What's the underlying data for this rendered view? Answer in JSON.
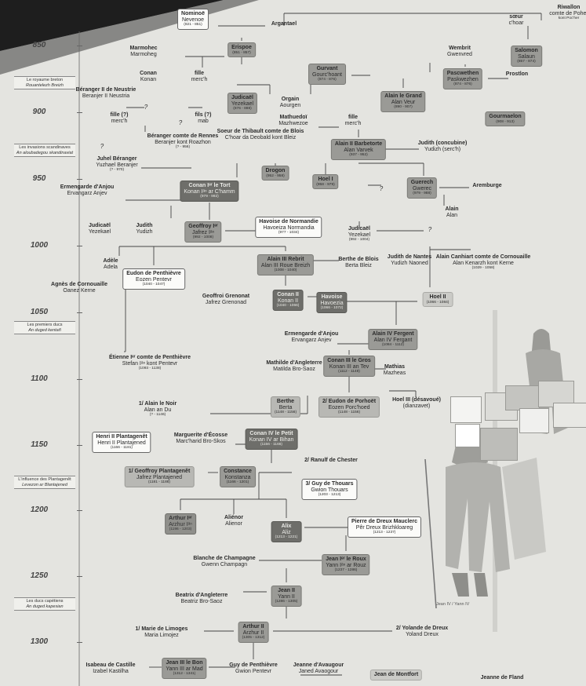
{
  "timeline": {
    "years": [
      "850",
      "900",
      "950",
      "1000",
      "1050",
      "1100",
      "1150",
      "1200",
      "1250",
      "1300"
    ],
    "eras": [
      {
        "fr": "Le royaume breton",
        "br": "Rouantelezh Breizh"
      },
      {
        "fr": "Les invasions scandinaves",
        "br": "An aloubadegou skandinaviat"
      },
      {
        "fr": "Les premiers ducs",
        "br": "An duged kentañ"
      },
      {
        "fr": "L'influence des Plantagenêt",
        "br": "Levezon ar Blantajened"
      },
      {
        "fr": "Les ducs capétiens",
        "br": "An duged kapesian"
      }
    ]
  },
  "people": [
    {
      "id": "nominoe",
      "name": "Nominoë",
      "alt": "Nevenoe",
      "dates": "(821 - 851)",
      "style": "boxed"
    },
    {
      "id": "argantael",
      "name": "Argantael",
      "alt": "",
      "dates": "",
      "style": "plain"
    },
    {
      "id": "riwallon",
      "name": "Riwallon",
      "alt": "comte de Poher",
      "dates": "kont Poc'her",
      "style": "plain"
    },
    {
      "id": "soeur",
      "name": "sœur",
      "alt": "c'hoar",
      "dates": "",
      "style": "plain"
    },
    {
      "id": "erispoe",
      "name": "Erispoe",
      "alt": "",
      "dates": "(851 - 857)",
      "style": "duke"
    },
    {
      "id": "salomon",
      "name": "Salomon",
      "alt": "Salaun",
      "dates": "(857 - 874)",
      "style": "duke"
    },
    {
      "id": "marmohec",
      "name": "Marmohec",
      "alt": "Marmoheg",
      "dates": "",
      "style": "plain"
    },
    {
      "id": "wembrit",
      "name": "Wembrit",
      "alt": "Gwenvred",
      "dates": "",
      "style": "plain"
    },
    {
      "id": "conan",
      "name": "Conan",
      "alt": "Konan",
      "dates": "",
      "style": "plain"
    },
    {
      "id": "fille1",
      "name": "fille",
      "alt": "merc'h",
      "dates": "",
      "style": "plain"
    },
    {
      "id": "gurvant",
      "name": "Gurvant",
      "alt": "Gourc'hoant",
      "dates": "(874 - 876)",
      "style": "duke"
    },
    {
      "id": "pascwethen",
      "name": "Pascwethen",
      "alt": "Paskwezhen",
      "dates": "(874 - 876)",
      "style": "duke"
    },
    {
      "id": "prostlon",
      "name": "Prostlon",
      "alt": "",
      "dates": "",
      "style": "plain"
    },
    {
      "id": "berenger2",
      "name": "Béranger II de Neustrie",
      "alt": "Beranjer II Neustria",
      "dates": "",
      "style": "plain"
    },
    {
      "id": "judicael1",
      "name": "Judicaël",
      "alt": "Yezekael",
      "dates": "(876 - 888)",
      "style": "duke"
    },
    {
      "id": "orgain",
      "name": "Orgain",
      "alt": "Aourgen",
      "dates": "",
      "style": "plain"
    },
    {
      "id": "alain1",
      "name": "Alain le Grand",
      "alt": "Alan Veur",
      "dates": "(890 - 907)",
      "style": "duke"
    },
    {
      "id": "gourmaelon",
      "name": "Gourmaelon",
      "alt": "",
      "dates": "(908 - 913)",
      "style": "duke"
    },
    {
      "id": "fille2",
      "name": "fille (?)",
      "alt": "merc'h",
      "dates": "",
      "style": "plain"
    },
    {
      "id": "fils",
      "name": "fils (?)",
      "alt": "mab",
      "dates": "",
      "style": "plain"
    },
    {
      "id": "mathuedoi",
      "name": "Mathuedoï",
      "alt": "Mazhwezoe",
      "dates": "",
      "style": "plain"
    },
    {
      "id": "fille3",
      "name": "fille",
      "alt": "merc'h",
      "dates": "",
      "style": "plain"
    },
    {
      "id": "berenger_r",
      "name": "Béranger comte de Rennes",
      "alt": "Beranjer kont Roazhon",
      "dates": "(? - 956)",
      "style": "plain"
    },
    {
      "id": "soeur_thib",
      "name": "Soeur de Thibault comte de Blois",
      "alt": "C'hoar da Deobald kont Bleiz",
      "dates": "",
      "style": "plain"
    },
    {
      "id": "alain2",
      "name": "Alain II Barbetorte",
      "alt": "Alan Varvek",
      "dates": "(937 - 952)",
      "style": "duke"
    },
    {
      "id": "judith1",
      "name": "Judith (concubine)",
      "alt": "Yudizh (serc'h)",
      "dates": "",
      "style": "plain"
    },
    {
      "id": "juhel",
      "name": "Juhel Béranger",
      "alt": "Yuzhael Beranjer",
      "dates": "(? - 970)",
      "style": "plain"
    },
    {
      "id": "drogon",
      "name": "Drogon",
      "alt": "",
      "dates": "(952 - 958)",
      "style": "duke"
    },
    {
      "id": "hoel1",
      "name": "Hoel I",
      "alt": "",
      "dates": "(958 - 979)",
      "style": "duke"
    },
    {
      "id": "guerech",
      "name": "Guerech",
      "alt": "Gwerec",
      "dates": "(979 - 988)",
      "style": "duke"
    },
    {
      "id": "aremburge",
      "name": "Aremburge",
      "alt": "",
      "dates": "",
      "style": "plain"
    },
    {
      "id": "ermengarde1",
      "name": "Ermengarde d'Anjou",
      "alt": "Ervangarz Anjev",
      "dates": "",
      "style": "plain"
    },
    {
      "id": "conan1",
      "name": "Conan Iᵉʳ le Tort",
      "alt": "Konan Iᵃⁿ ar C'hamm",
      "dates": "(979 - 992)",
      "style": "dark"
    },
    {
      "id": "alain_g",
      "name": "Alain",
      "alt": "Alan",
      "dates": "",
      "style": "plain"
    },
    {
      "id": "judicael2",
      "name": "Judicaël",
      "alt": "Yezekael",
      "dates": "",
      "style": "plain"
    },
    {
      "id": "judith2",
      "name": "Judith",
      "alt": "Yudizh",
      "dates": "",
      "style": "plain"
    },
    {
      "id": "geoffroy1",
      "name": "Geoffroy Iᵉʳ",
      "alt": "Jafrez Iᵃⁿ",
      "dates": "(992 - 1008)",
      "style": "duke"
    },
    {
      "id": "havoise_n",
      "name": "Havoise de Normandie",
      "alt": "Havoeiza Normandia",
      "dates": "(977 - 1034)",
      "style": "boxed"
    },
    {
      "id": "judicael3",
      "name": "Judicaël",
      "alt": "Yezekael",
      "dates": "(992 - 1004)",
      "style": "plain"
    },
    {
      "id": "adele",
      "name": "Adèle",
      "alt": "Adela",
      "dates": "",
      "style": "plain"
    },
    {
      "id": "eudon",
      "name": "Eudon de Penthièvre",
      "alt": "Eozen Pentevr",
      "dates": "(1040 - 1047)",
      "style": "boxed"
    },
    {
      "id": "alain3",
      "name": "Alain III Rebrit",
      "alt": "Alan III Roue Breizh",
      "dates": "(1008 - 1040)",
      "style": "duke"
    },
    {
      "id": "berthe_b",
      "name": "Berthe de Blois",
      "alt": "Berta Bleiz",
      "dates": "",
      "style": "plain"
    },
    {
      "id": "judith3",
      "name": "Judith de Nantes",
      "alt": "Yudizh Naoned",
      "dates": "",
      "style": "plain"
    },
    {
      "id": "alain_c",
      "name": "Alain Canhiart comte de Cornouaille",
      "alt": "Alan Kenarzh kont Kerne",
      "dates": "(1029 - 1058)",
      "style": "plain"
    },
    {
      "id": "agnes",
      "name": "Agnès de Cornouaille",
      "alt": "Oanez Kerne",
      "dates": "",
      "style": "plain"
    },
    {
      "id": "geoffroi_g",
      "name": "Geoffroi Grenonat",
      "alt": "Jafrez Grenonad",
      "dates": "",
      "style": "plain"
    },
    {
      "id": "conan2",
      "name": "Conan II",
      "alt": "Konan II",
      "dates": "(1040 - 1066)",
      "style": "dark"
    },
    {
      "id": "havoise",
      "name": "Havoise",
      "alt": "Havoezia",
      "dates": "(1066 - 1072)",
      "style": "dark"
    },
    {
      "id": "hoel2",
      "name": "Hoel II",
      "alt": "",
      "dates": "(1066 - 1084)",
      "style": "pale"
    },
    {
      "id": "ermengarde2",
      "name": "Ermengarde d'Anjou",
      "alt": "Ervangarz Anjev",
      "dates": "",
      "style": "plain"
    },
    {
      "id": "alain4",
      "name": "Alain IV Fergent",
      "alt": "Alan IV Fergant",
      "dates": "(1084 - 1112)",
      "style": "duke"
    },
    {
      "id": "etienne",
      "name": "Étienne Iᵉʳ comte de Penthièvre",
      "alt": "Stefan Iᵃⁿ kont Pentevr",
      "dates": "(1093 - 1138)",
      "style": "plain"
    },
    {
      "id": "mathilde",
      "name": "Mathilde d'Angleterre",
      "alt": "Matilda Bro-Saoz",
      "dates": "",
      "style": "plain"
    },
    {
      "id": "conan3",
      "name": "Conan III le Gros",
      "alt": "Konan III an Tev",
      "dates": "(1112 - 1148)",
      "style": "duke"
    },
    {
      "id": "mathias",
      "name": "Mathias",
      "alt": "Mazheas",
      "dates": "",
      "style": "plain"
    },
    {
      "id": "alain_n",
      "name": "1/ Alain le Noir",
      "alt": "Alan an Du",
      "dates": "(? - 1146)",
      "style": "plain"
    },
    {
      "id": "berthe",
      "name": "Berthe",
      "alt": "Berta",
      "dates": "(1148 - 1156)",
      "style": "lite"
    },
    {
      "id": "eudon2",
      "name": "2/ Eudon de Porhoët",
      "alt": "Eozen Porc'hoed",
      "dates": "(1148 - 1156)",
      "style": "lite"
    },
    {
      "id": "hoel3",
      "name": "Hoel III (désavoué)",
      "alt": "(dianzavet)",
      "dates": "",
      "style": "plain"
    },
    {
      "id": "henri2",
      "name": "Henri II Plantagenêt",
      "alt": "Henri II Plantajened",
      "dates": "(1166 - 1181)",
      "style": "boxed"
    },
    {
      "id": "marguerite",
      "name": "Marguerite d'Écosse",
      "alt": "Marc'harid Bro-Skos",
      "dates": "",
      "style": "plain"
    },
    {
      "id": "conan4",
      "name": "Conan IV le Petit",
      "alt": "Konan IV ar Bihan",
      "dates": "(1156 - 1166)",
      "style": "dark"
    },
    {
      "id": "geoffroy_p",
      "name": "1/ Geoffroy Plantagenêt",
      "alt": "Jafrez Plantajened",
      "dates": "(1181 - 1186)",
      "style": "lite"
    },
    {
      "id": "constance",
      "name": "Constance",
      "alt": "Konstanza",
      "dates": "(1166 - 1201)",
      "style": "duke"
    },
    {
      "id": "ranulf",
      "name": "2/ Ranulf de Chester",
      "alt": "",
      "dates": "",
      "style": "plain"
    },
    {
      "id": "guy_t",
      "name": "3/ Guy de Thouars",
      "alt": "Gwion Thouars",
      "dates": "(1203 - 1213)",
      "style": "boxed"
    },
    {
      "id": "arthur1",
      "name": "Arthur Iᵉʳ",
      "alt": "Arzhur Iᵃⁿ",
      "dates": "(1196 - 1203)",
      "style": "pink"
    },
    {
      "id": "alienor",
      "name": "Aliénor",
      "alt": "Alienor",
      "dates": "",
      "style": "plain"
    },
    {
      "id": "alix",
      "name": "Alix",
      "alt": "Aliz",
      "dates": "(1213 - 1221)",
      "style": "dark"
    },
    {
      "id": "pierre",
      "name": "Pierre de Dreux Mauclerc",
      "alt": "Pêr Dreux Brizhkloareg",
      "dates": "(1213 - 1237)",
      "style": "boxed"
    },
    {
      "id": "blanche",
      "name": "Blanche de Champagne",
      "alt": "Gwenn Champagn",
      "dates": "",
      "style": "plain"
    },
    {
      "id": "jean1",
      "name": "Jean Iᵉʳ le Roux",
      "alt": "Yann Iᵃⁿ ar Rouz",
      "dates": "(1237 - 1286)",
      "style": "duke"
    },
    {
      "id": "beatrix",
      "name": "Beatrix d'Angleterre",
      "alt": "Beatriz Bro-Saoz",
      "dates": "",
      "style": "plain"
    },
    {
      "id": "jean2",
      "name": "Jean II",
      "alt": "Yann II",
      "dates": "(1286 - 1305)",
      "style": "duke"
    },
    {
      "id": "marie",
      "name": "1/ Marie de Limoges",
      "alt": "Maria Limojez",
      "dates": "",
      "style": "plain"
    },
    {
      "id": "arthur2",
      "name": "Arthur II",
      "alt": "Arzhur II",
      "dates": "(1305 - 1312)",
      "style": "duke"
    },
    {
      "id": "yolande",
      "name": "2/ Yolande de Dreux",
      "alt": "Yoland Dreux",
      "dates": "",
      "style": "plain"
    },
    {
      "id": "isabeau",
      "name": "Isabeau de Castille",
      "alt": "Izabel Kastilha",
      "dates": "",
      "style": "plain"
    },
    {
      "id": "jean3",
      "name": "Jean III le Bon",
      "alt": "Yann III ar Mad",
      "dates": "(1312 - 1341)",
      "style": "duke"
    },
    {
      "id": "guy_p",
      "name": "Guy de Penthièvre",
      "alt": "Gwion Pentevr",
      "dates": "",
      "style": "plain"
    },
    {
      "id": "jeanne_a",
      "name": "Jeanne d'Avaugour",
      "alt": "Janed Avaogour",
      "dates": "",
      "style": "plain"
    },
    {
      "id": "jean_m",
      "name": "Jean de Montfort",
      "alt": "",
      "dates": "",
      "style": "pale"
    },
    {
      "id": "jeanne_f",
      "name": "Jeanne de Fland",
      "alt": "",
      "dates": "",
      "style": "plain"
    }
  ],
  "unknown_mark": "?",
  "figure": {
    "caption": "Jean IV / Yann IV"
  },
  "colors": {
    "background": "#e4e4e0",
    "duke": "#9a9a96",
    "dark_duke": "#6e6e6a",
    "boxed": "#fbfbf9",
    "corner": "#1e1e1e"
  }
}
